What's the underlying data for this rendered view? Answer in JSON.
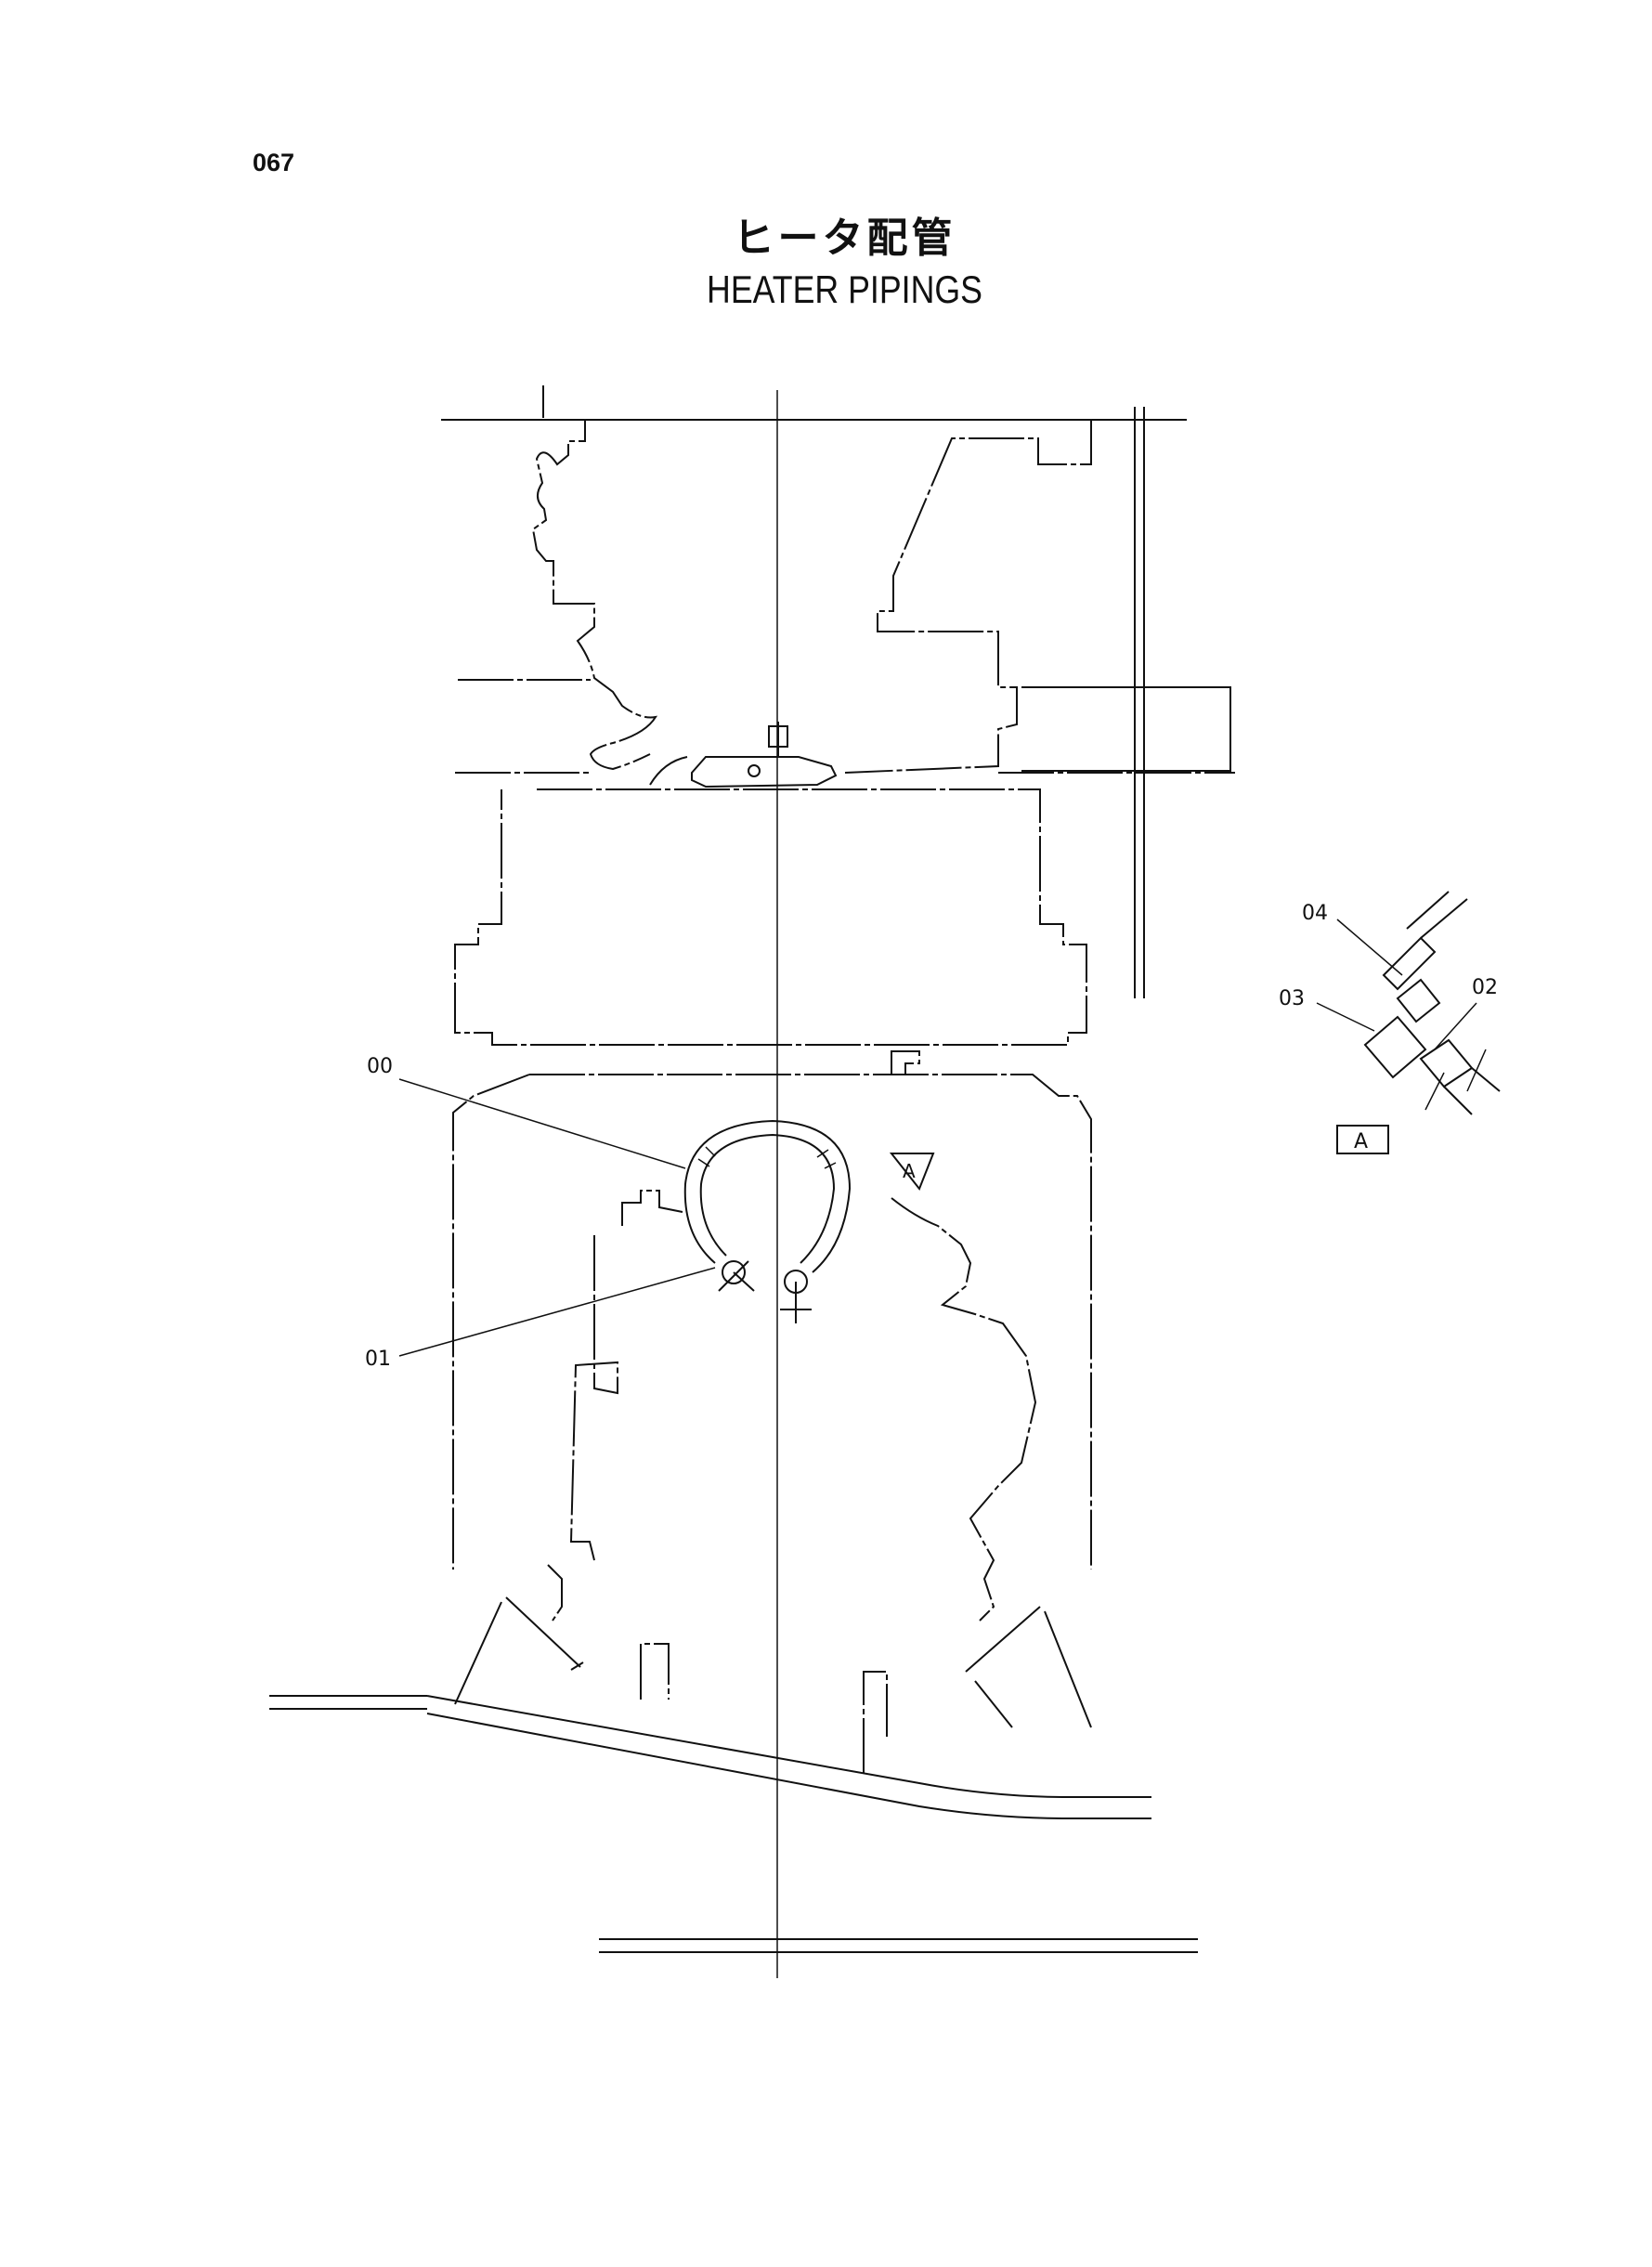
{
  "page_number": "067",
  "title": {
    "japanese": "ヒータ配管",
    "english": "HEATER PIPINGS"
  },
  "callouts": {
    "c00": "00",
    "c01": "01",
    "c02": "02",
    "c03": "03",
    "c04": "04"
  },
  "view_marker": "A",
  "detail_view_label": "A"
}
